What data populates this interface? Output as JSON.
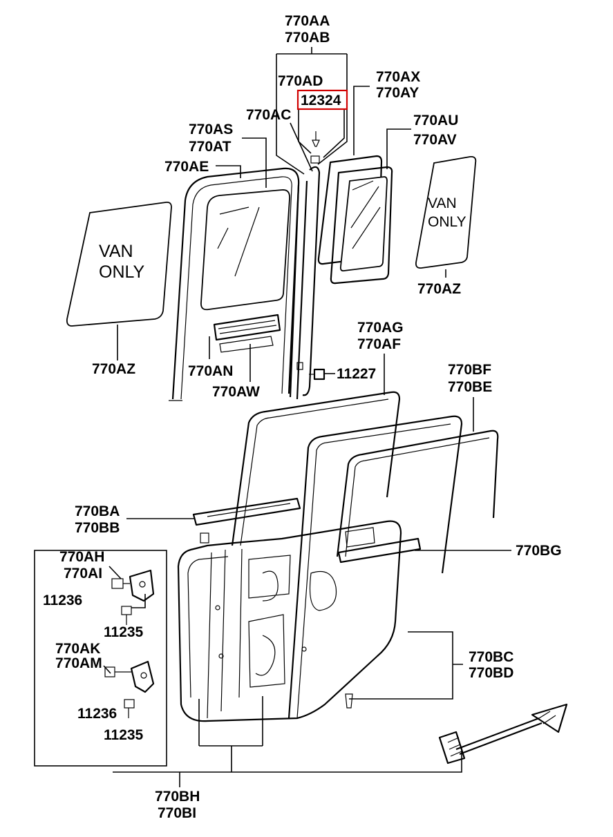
{
  "labels": {
    "aa": "770AA",
    "ab": "770AB",
    "ad": "770AD",
    "highlight": "12324",
    "ac": "770AC",
    "ax": "770AX",
    "ay": "770AY",
    "au": "770AU",
    "av": "770AV",
    "as": "770AS",
    "at": "770AT",
    "ae": "770AE",
    "van_left_1": "VAN",
    "van_left_2": "ONLY",
    "van_right_1": "VAN",
    "van_right_2": "ONLY",
    "az_right": "770AZ",
    "az_left": "770AZ",
    "ag": "770AG",
    "af": "770AF",
    "an": "770AN",
    "aw": "770AW",
    "bolt_11227": "11227",
    "bf": "770BF",
    "be": "770BE",
    "ba": "770BA",
    "bb": "770BB",
    "bg": "770BG",
    "ah": "770AH",
    "ai": "770AI",
    "bolt_11236_a": "11236",
    "bolt_11235_a": "11235",
    "ak": "770AK",
    "am": "770AM",
    "bolt_11236_b": "11236",
    "bolt_11235_b": "11235",
    "bc": "770BC",
    "bd": "770BD",
    "bh": "770BH",
    "bi": "770BI"
  },
  "colors": {
    "highlight_box": "#d10000",
    "ink": "#000000"
  }
}
